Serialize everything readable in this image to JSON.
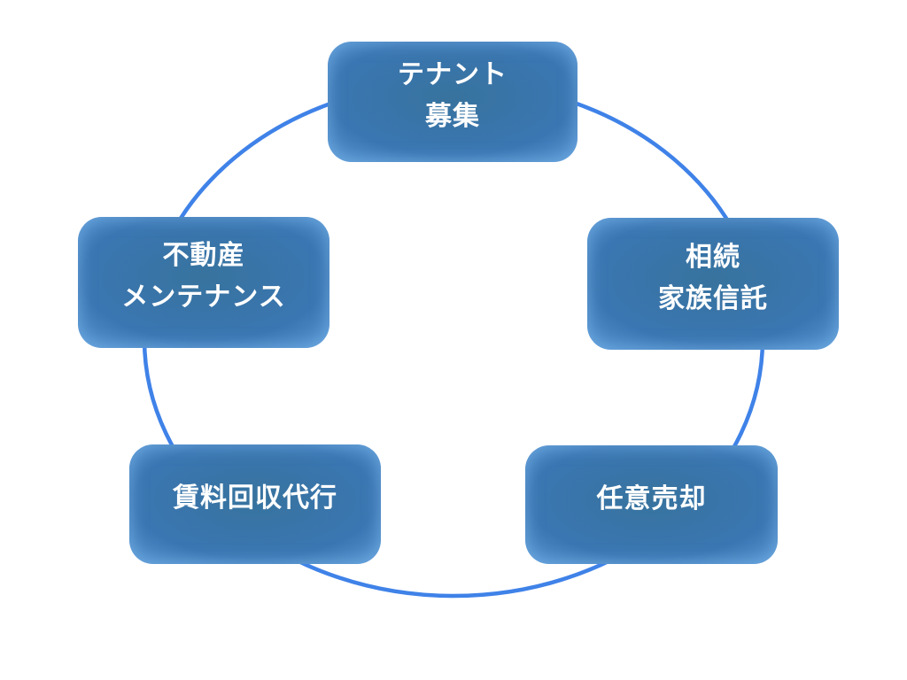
{
  "diagram": {
    "type": "cycle",
    "background_color": "#ffffff",
    "ring": {
      "color": "#3f82e8",
      "stroke_width": 4.5
    },
    "node_style": {
      "fill": "#3a76b2",
      "fill_dark": "#38739e",
      "edge_glow": "#5f9fda",
      "edge_glow_soft": "rgba(130, 185, 240, 0.55)",
      "text_color": "#ffffff"
    },
    "nodes": [
      {
        "id": "tenant-recruitment",
        "lines": [
          "テナント",
          "募集"
        ]
      },
      {
        "id": "inheritance-family-trust",
        "lines": [
          "相続",
          "家族信託"
        ]
      },
      {
        "id": "voluntary-sale",
        "lines": [
          "任意売却"
        ]
      },
      {
        "id": "rent-collection-agency",
        "lines": [
          "賃料回収代行"
        ]
      },
      {
        "id": "real-estate-maintenance",
        "lines": [
          "不動産",
          "メンテナンス"
        ]
      }
    ]
  }
}
